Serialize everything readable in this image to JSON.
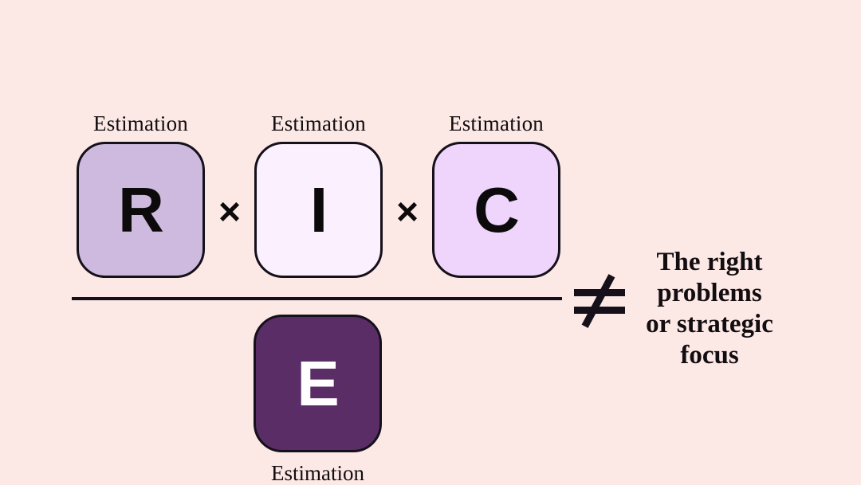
{
  "page": {
    "background_color": "#fce9e6",
    "text_color": "#120d10"
  },
  "formula": {
    "numerator": {
      "terms": [
        {
          "label": "Estimation",
          "letter": "R",
          "fill_color": "#cfbadf",
          "letter_color": "#0d0a0c"
        },
        {
          "label": "Estimation",
          "letter": "I",
          "fill_color": "#faf0fe",
          "letter_color": "#0d0a0c"
        },
        {
          "label": "Estimation",
          "letter": "C",
          "fill_color": "#efd5fb",
          "letter_color": "#0d0a0c"
        }
      ],
      "operators": [
        "×",
        "×"
      ]
    },
    "denominator": {
      "label": "Estimation",
      "letter": "E",
      "fill_color": "#5b2d67",
      "letter_color": "#ffffff"
    },
    "relation_symbol": "≠",
    "statement": {
      "lines": [
        "The right",
        "problems",
        "or strategic",
        "focus"
      ]
    }
  }
}
